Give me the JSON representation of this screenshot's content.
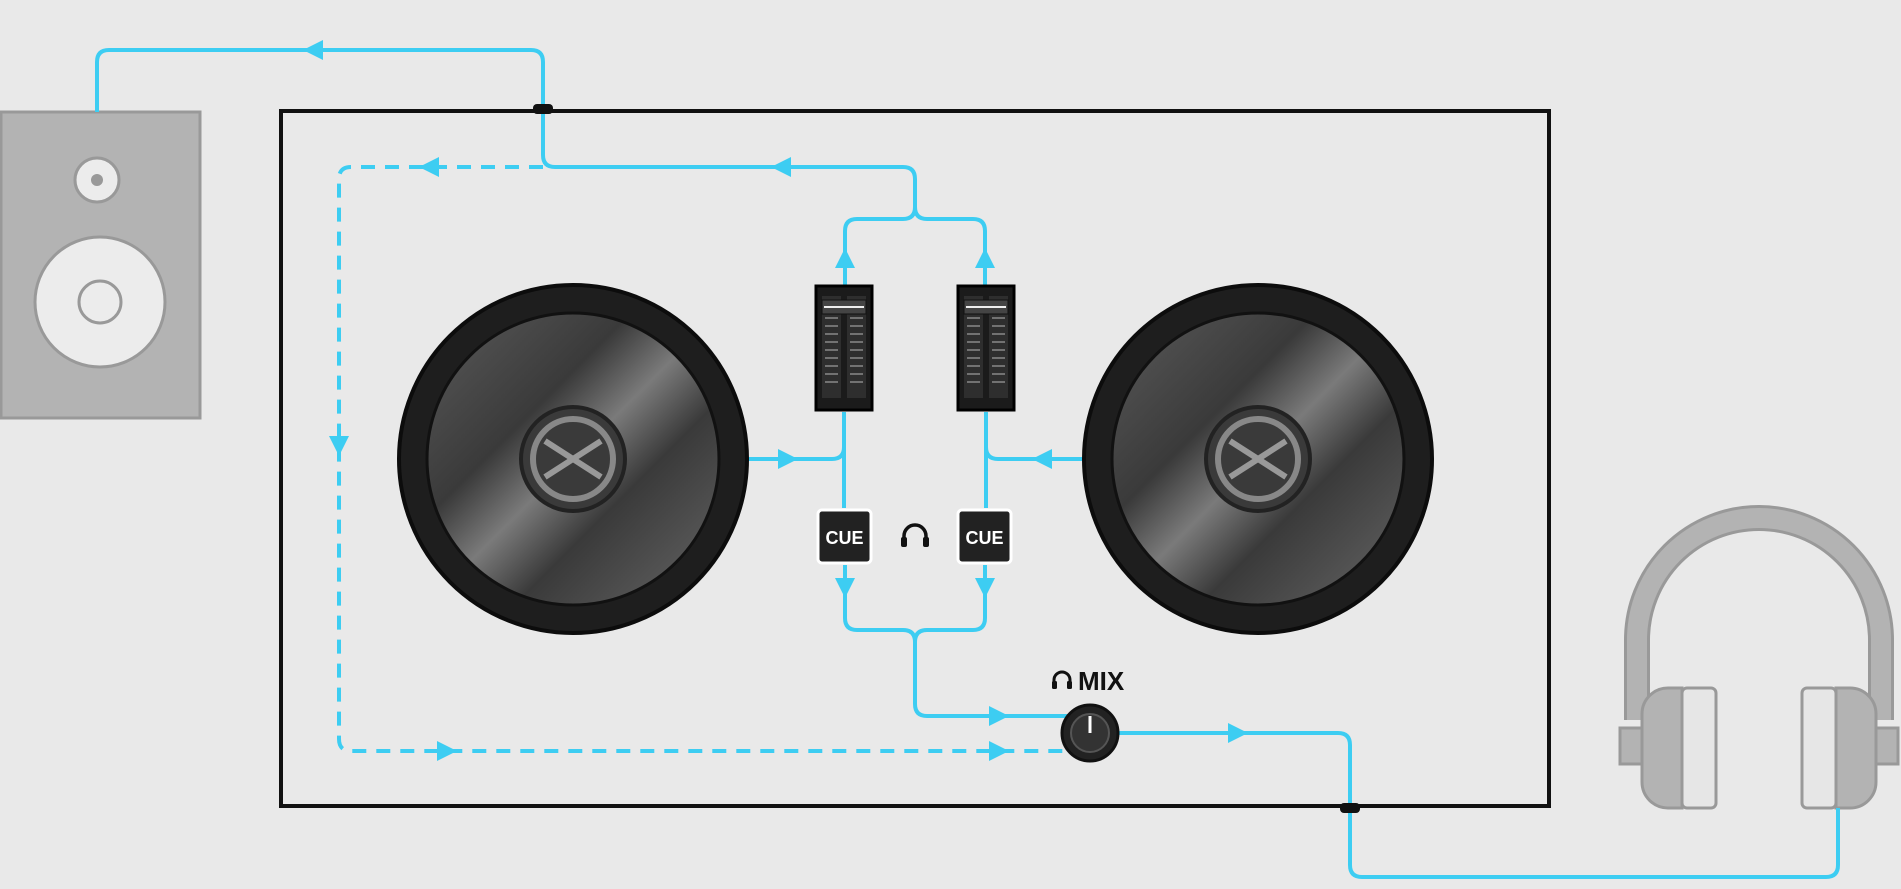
{
  "colors": {
    "background": "#e9e9e9",
    "signal": "#3dcdf2",
    "device_outline": "#111111",
    "platter": "#1e1e1e",
    "speaker": "#b3b3b3",
    "headphones": "#b3b3b3"
  },
  "deck_left": {
    "cue_label": "CUE"
  },
  "deck_right": {
    "cue_label": "CUE"
  },
  "mixer": {
    "mix_label": "MIX"
  },
  "icons": [
    "speaker-icon",
    "headphones-icon",
    "headphone-cue-icon",
    "mix-knob-icon"
  ]
}
